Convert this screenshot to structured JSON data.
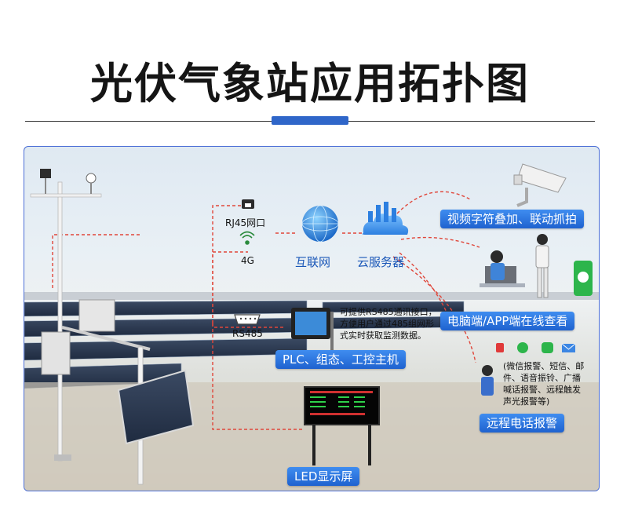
{
  "title": "光伏气象站应用拓扑图",
  "labels": {
    "rj45": "RJ45网口",
    "g4": "4G",
    "rs485": "RS485",
    "internet": "互联网",
    "cloud": "云服务器",
    "video": "视频字符叠加、联动抓拍",
    "pc_app": "电脑端/APP端在线查看",
    "plc": "PLC、组态、工控主机",
    "phone_alarm": "远程电话报警",
    "led": "LED显示屏"
  },
  "notes": {
    "rs485_lines": [
      "可提供RS485通讯接口，",
      "方便用户通过485组网形",
      "式实时获取监测数据。"
    ],
    "alarm_lines": [
      "(微信报警、短信、邮",
      "件、语音振铃、广播",
      "喊话报警、远程触发",
      "声光报警等)"
    ]
  },
  "colors": {
    "accent": "#2f66c9",
    "badge": "#2a74e0",
    "dashed_line": "#e0463a",
    "panel_border": "#4c6fd6"
  }
}
